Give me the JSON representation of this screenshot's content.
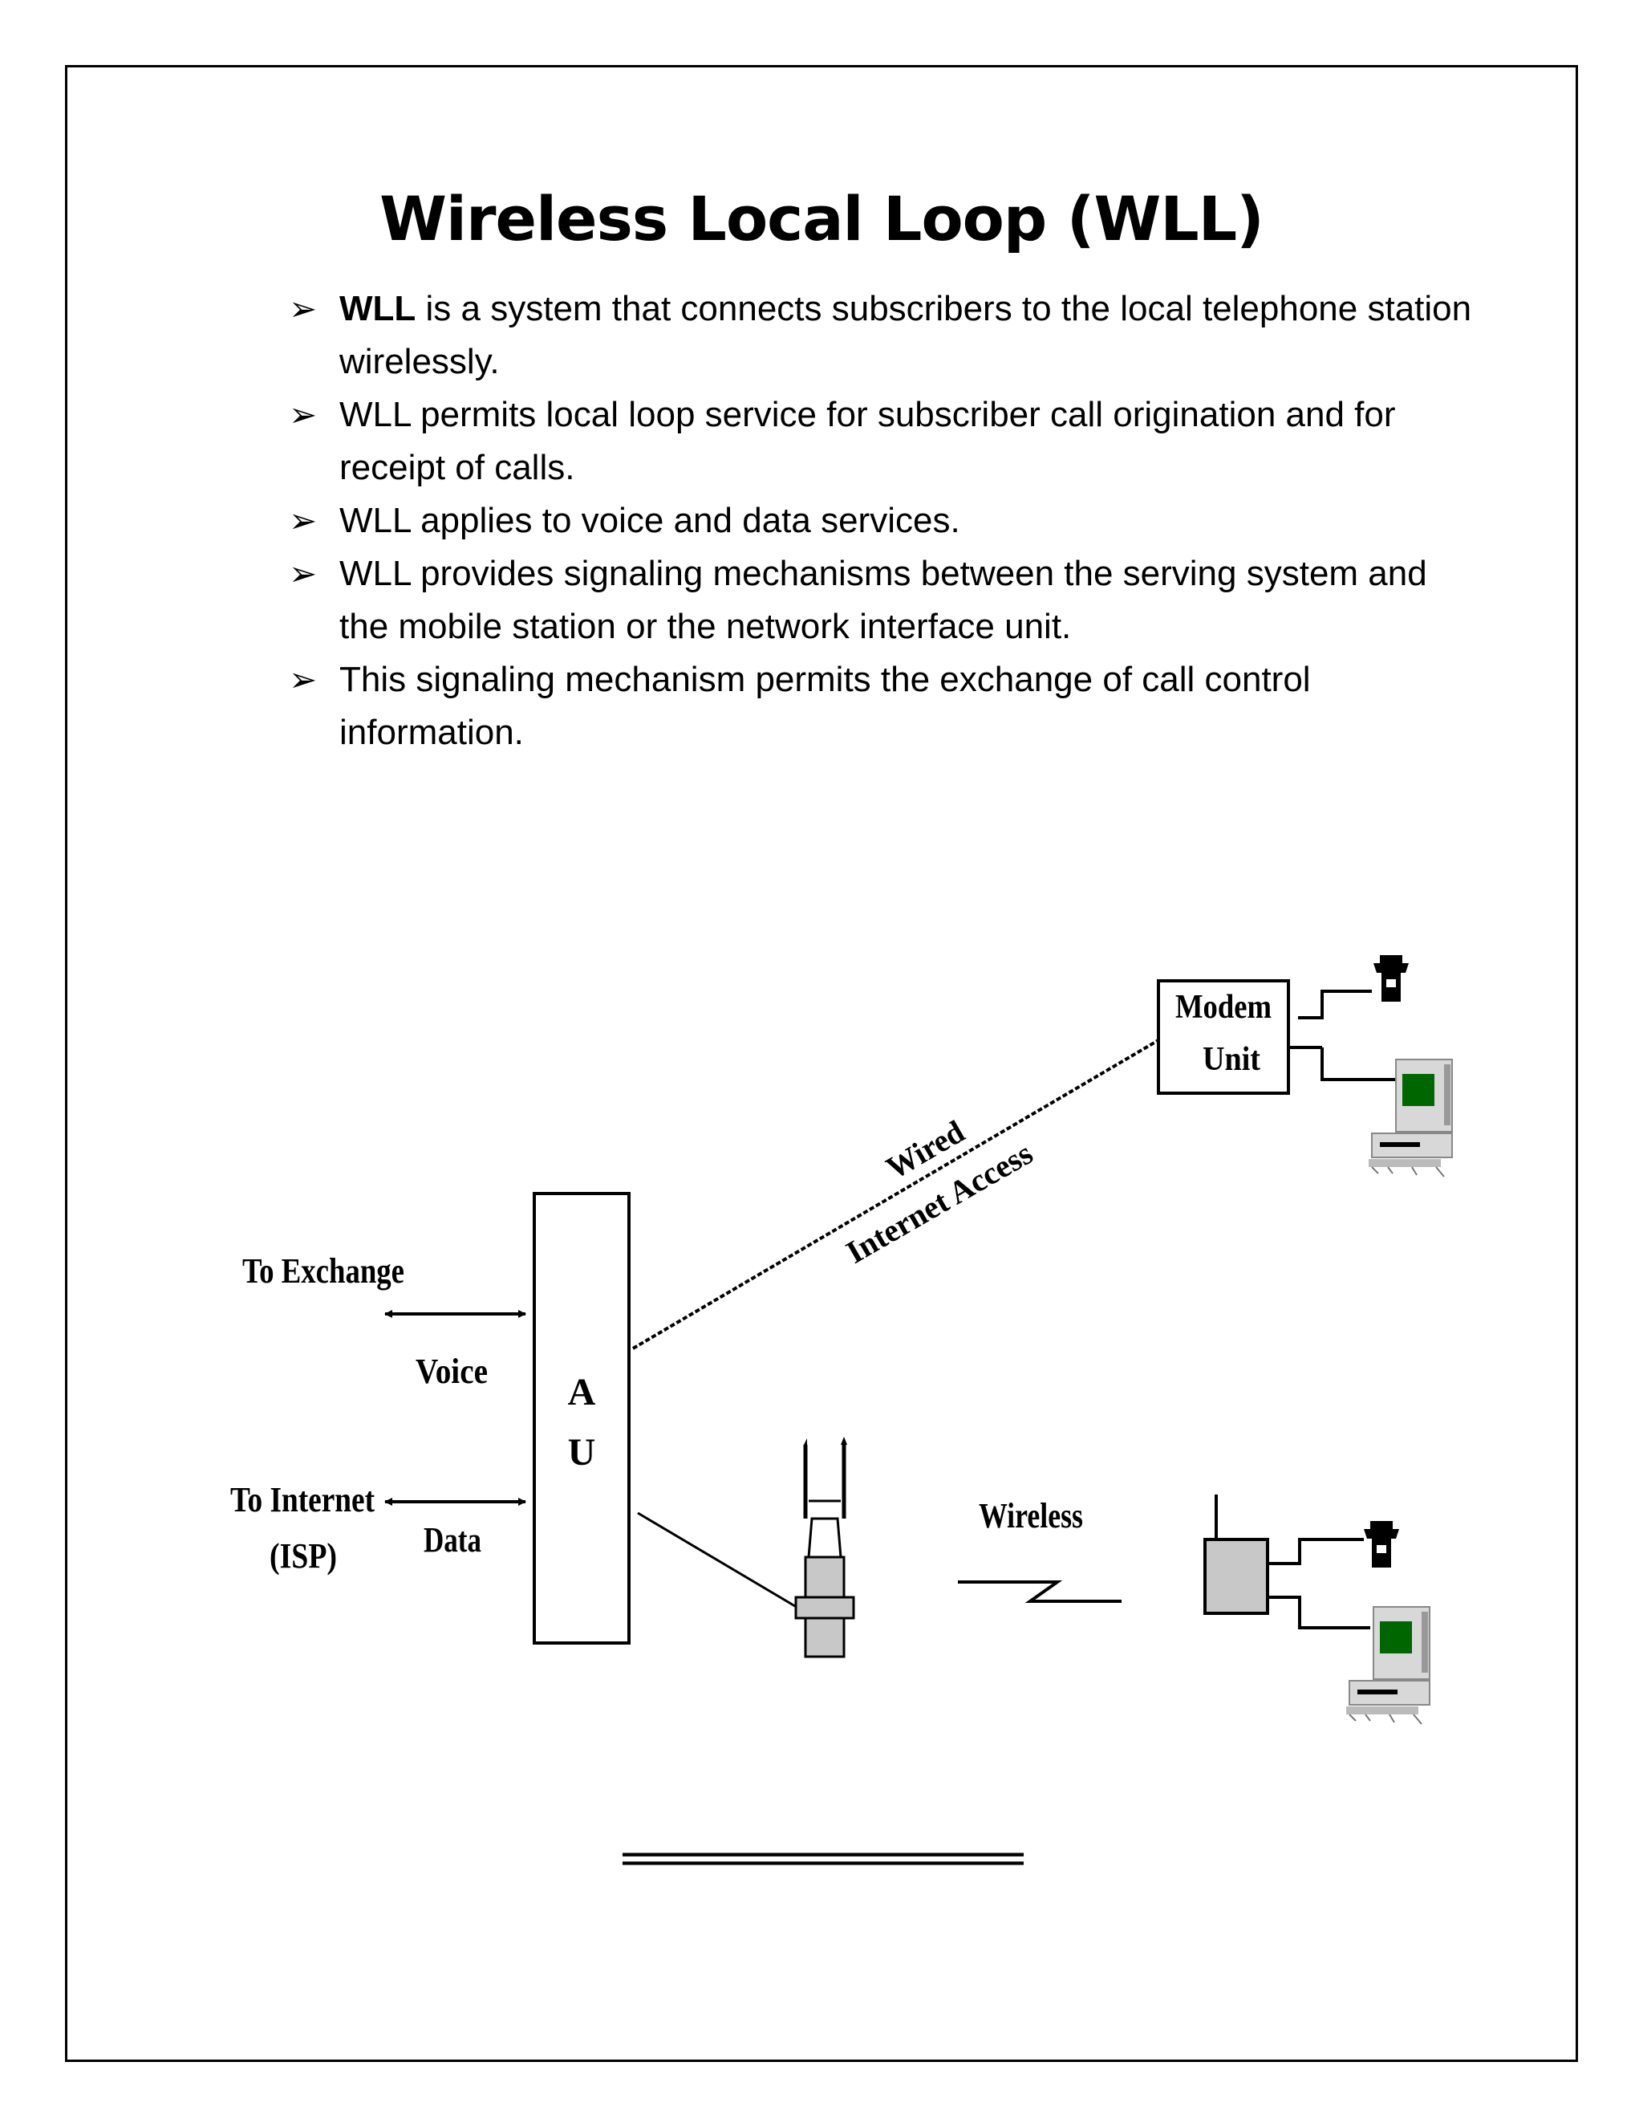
{
  "title": "Wireless Local Loop (WLL)",
  "bullets": [
    {
      "marker": "➢",
      "strong": "WLL",
      "text": " is a system that connects subscribers to the local telephone station wirelessly."
    },
    {
      "marker": "➢",
      "strong": "",
      "text": "WLL permits local loop service for subscriber call origination and for receipt of calls."
    },
    {
      "marker": "➢",
      "strong": "",
      "text": "WLL applies to voice and data services."
    },
    {
      "marker": "➢",
      "strong": "",
      "text": "WLL provides signaling mechanisms between the serving system and the mobile station or the network interface unit."
    },
    {
      "marker": "➢",
      "strong": "",
      "text": "This signaling mechanism permits the exchange of call control information."
    }
  ],
  "diagram": {
    "to_exchange": "To Exchange",
    "voice": "Voice",
    "to_internet": "To Internet",
    "isp": "(ISP)",
    "data": "Data",
    "au_line1": "A",
    "au_line2": "U",
    "wired": "Wired",
    "internet_access": "Internet Access",
    "modem_line1": "Modem",
    "modem_line2": "Unit",
    "wireless": "Wireless",
    "icons": [
      "telephone-icon",
      "computer-icon",
      "antenna-icon",
      "terminal-unit-icon"
    ],
    "colors": {
      "screen": "#006600",
      "device_gray": "#c8c8c8"
    }
  },
  "separator": "========================="
}
